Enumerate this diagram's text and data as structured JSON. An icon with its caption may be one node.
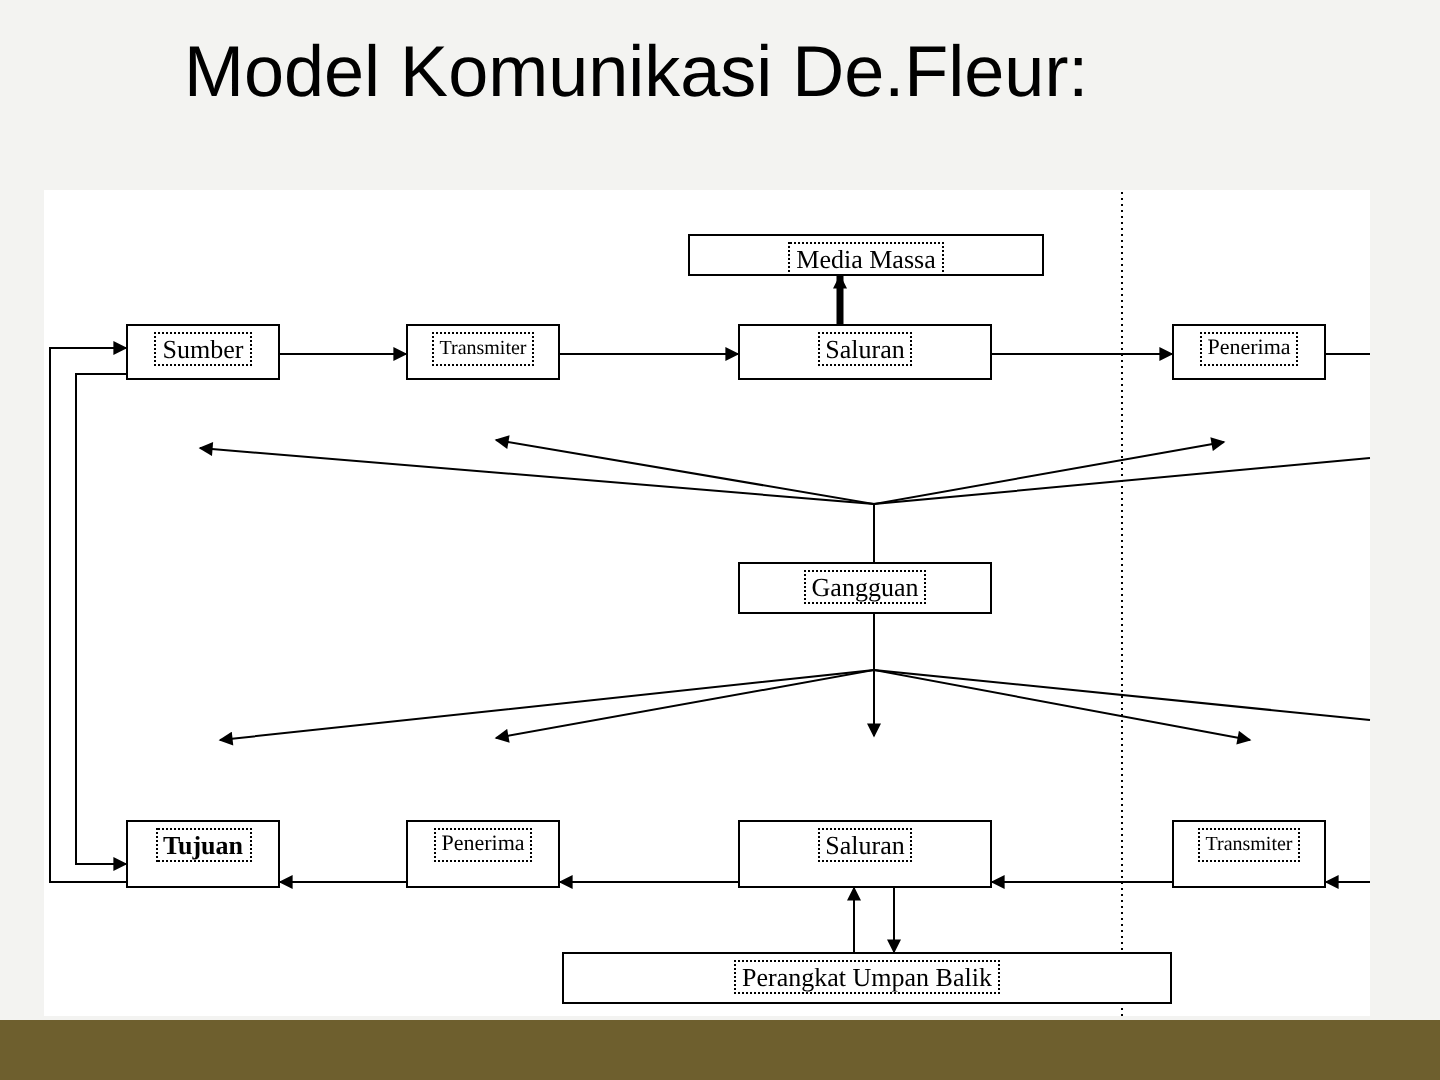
{
  "diagram": {
    "title": "Model Komunikasi De.Fleur:",
    "nodes": [
      {
        "text": [
          "Media Massa"
        ]
      },
      {
        "text": [
          "Sumber"
        ]
      },
      {
        "text": [
          "Transmiter"
        ]
      },
      {
        "text": [
          "Saluran"
        ]
      },
      {
        "text": [
          "Penerima"
        ]
      },
      {
        "text": [
          "Gangguan"
        ]
      },
      {
        "text": [
          "Tujuan"
        ]
      },
      {
        "text": [
          "Penerima"
        ]
      },
      {
        "text": [
          "Saluran"
        ]
      },
      {
        "text": [
          "Transmiter"
        ]
      },
      {
        "text": [
          "Perangkat Umpan Balik"
        ]
      }
    ],
    "edges": [
      {
        "from": 1,
        "to": 2,
        "arrow": "to"
      },
      {
        "from": 2,
        "to": 3,
        "arrow": "to"
      },
      {
        "from": 3,
        "to": 4,
        "arrow": "to"
      },
      {
        "from": 4,
        "to": null,
        "arrow": "none"
      },
      {
        "from": 3,
        "to": 0,
        "arrow": "to",
        "style": "thick"
      },
      {
        "from": 5,
        "to": null,
        "arrow": "to"
      },
      {
        "from": 5,
        "to": null,
        "arrow": "to"
      },
      {
        "from": 5,
        "to": null,
        "arrow": "to"
      },
      {
        "from": 5,
        "to": null,
        "arrow": "none"
      },
      {
        "from": 5,
        "to": null,
        "arrow": "to"
      },
      {
        "from": 5,
        "to": null,
        "arrow": "to"
      },
      {
        "from": 5,
        "to": null,
        "arrow": "to"
      },
      {
        "from": 5,
        "to": null,
        "arrow": "none"
      },
      {
        "from": 5,
        "to": null,
        "arrow": "to"
      },
      {
        "from": null,
        "to": 9,
        "arrow": "to"
      },
      {
        "from": 9,
        "to": 8,
        "arrow": "to"
      },
      {
        "from": 8,
        "to": 7,
        "arrow": "to"
      },
      {
        "from": 7,
        "to": 6,
        "arrow": "to"
      },
      {
        "from": 6,
        "to": 1,
        "arrow": "to"
      },
      {
        "from": 1,
        "to": 6,
        "arrow": "to"
      },
      {
        "from": 8,
        "to": 10,
        "arrow": "to"
      },
      {
        "from": 10,
        "to": 8,
        "arrow": "to"
      }
    ]
  }
}
